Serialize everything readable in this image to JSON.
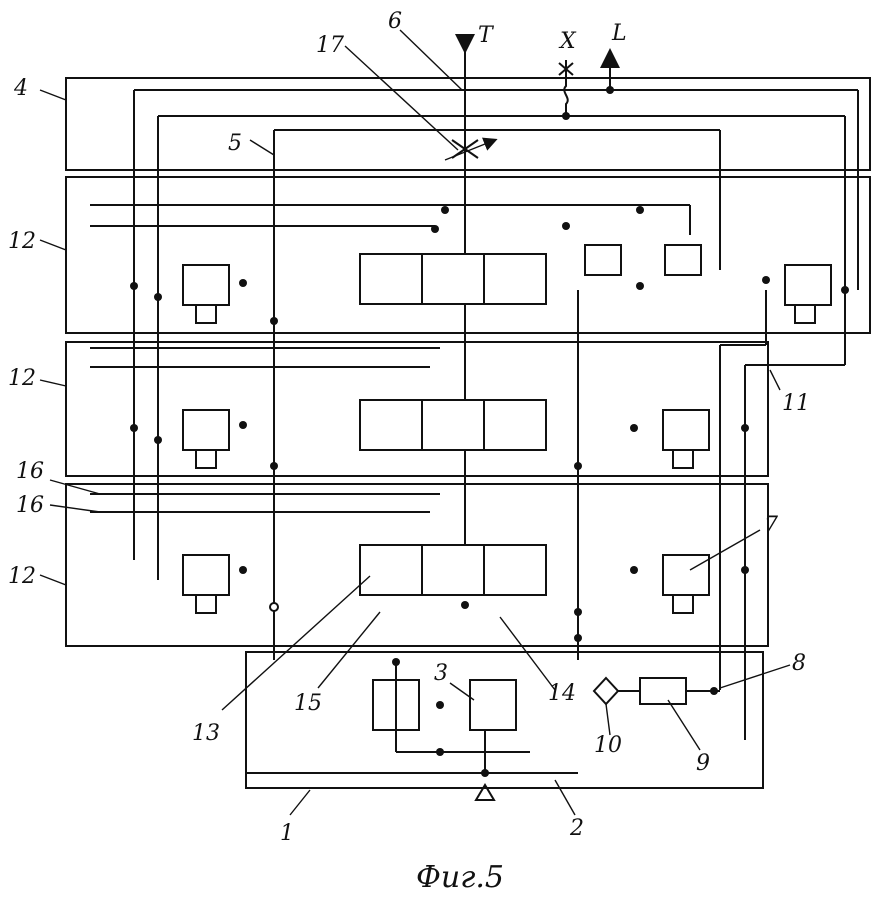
{
  "labels": {
    "l1": "1",
    "l2": "2",
    "l3": "3",
    "l4": "4",
    "l5": "5",
    "l6": "6",
    "l7": "7",
    "l8": "8",
    "l9": "9",
    "l10": "10",
    "l11": "11",
    "l12a": "12",
    "l12b": "12",
    "l12c": "12",
    "l13": "13",
    "l14": "14",
    "l15": "15",
    "l16a": "16",
    "l16b": "16",
    "l17": "17",
    "portT": "T",
    "portX": "X",
    "portL": "L"
  },
  "caption": "Фиг.5"
}
